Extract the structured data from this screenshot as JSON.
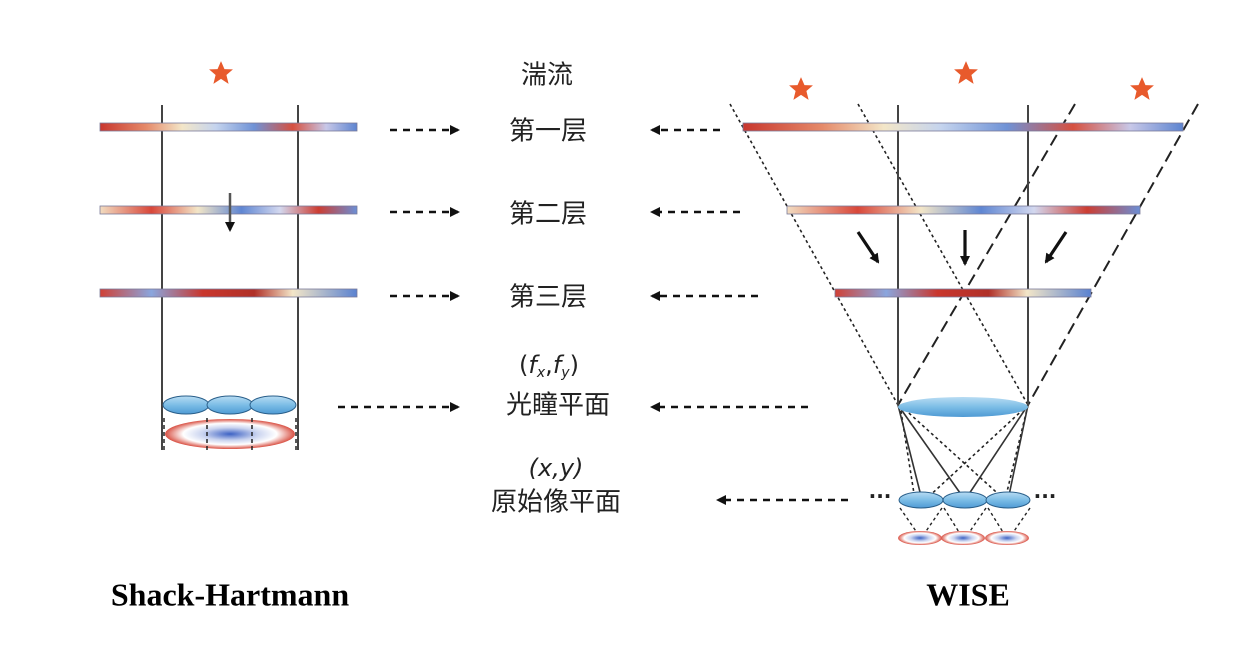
{
  "labels": {
    "turbulence": "湍流",
    "layer1": "第一层",
    "layer2": "第二层",
    "layer3": "第三层",
    "pupil_coord_open": "(",
    "pupil_coord_f": "f",
    "pupil_coord_x": "x",
    "pupil_coord_sep": ",",
    "pupil_coord_y": "y",
    "pupil_coord_close": ")",
    "pupil_plane": "光瞳平面",
    "image_coord": "(x,y)",
    "image_plane": "原始像平面",
    "ellipsis": "···"
  },
  "titles": {
    "left": "Shack-Hartmann",
    "right": "WISE"
  },
  "colors": {
    "star": "#e85a2c",
    "lens": "#6fb3e0",
    "phase_red": "#c8362e",
    "phase_blue": "#4a78c8",
    "phase_light": "#f3e6c8"
  }
}
